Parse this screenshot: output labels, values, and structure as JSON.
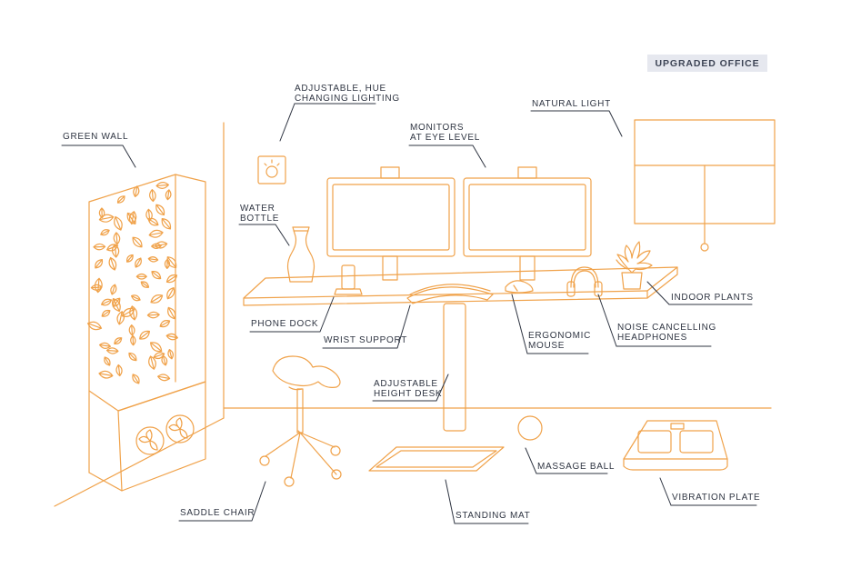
{
  "title": "UPGRADED OFFICE",
  "labels": {
    "green_wall": "GREEN WALL",
    "lighting": "ADJUSTABLE, HUE\nCHANGING LIGHTING",
    "monitors": "MONITORS\nAT EYE LEVEL",
    "natural_light": "NATURAL LIGHT",
    "water_bottle": "WATER\nBOTTLE",
    "indoor_plants": "INDOOR PLANTS",
    "phone_dock": "PHONE DOCK",
    "wrist_support": "WRIST SUPPORT",
    "ergonomic_mouse": "ERGONOMIC\nMOUSE",
    "headphones": "NOISE CANCELLING\nHEADPHONES",
    "desk": "ADJUSTABLE\nHEIGHT DESK",
    "massage_ball": "MASSAGE BALL",
    "saddle_chair": "SADDLE CHAIR",
    "standing_mat": "STANDING MAT",
    "vibration_plate": "VIBRATION PLATE"
  },
  "colors": {
    "line": "#f0a24a",
    "leader": "#2f3542",
    "badge_bg": "#e6e8ef"
  }
}
